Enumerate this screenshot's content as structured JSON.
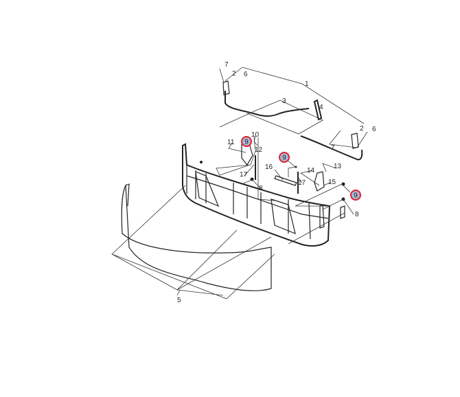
{
  "diagram": {
    "callouts": {
      "c1": "1",
      "c2a": "2",
      "c2b": "2",
      "c3": "3",
      "c4": "4",
      "c5": "5",
      "c6a": "6",
      "c6b": "6",
      "c7a": "7",
      "c7b": "7",
      "c8a": "8",
      "c8b": "8",
      "c9a": "9",
      "c9b": "9",
      "c9c": "9",
      "c10": "10",
      "c11": "11",
      "c12": "12",
      "c13": "13",
      "c14": "14",
      "c15": "15",
      "c16": "16",
      "c17a": "17",
      "c17b": "17"
    },
    "highlight_color": "#e0202a",
    "highlight_fill": "#a8b8d8"
  }
}
